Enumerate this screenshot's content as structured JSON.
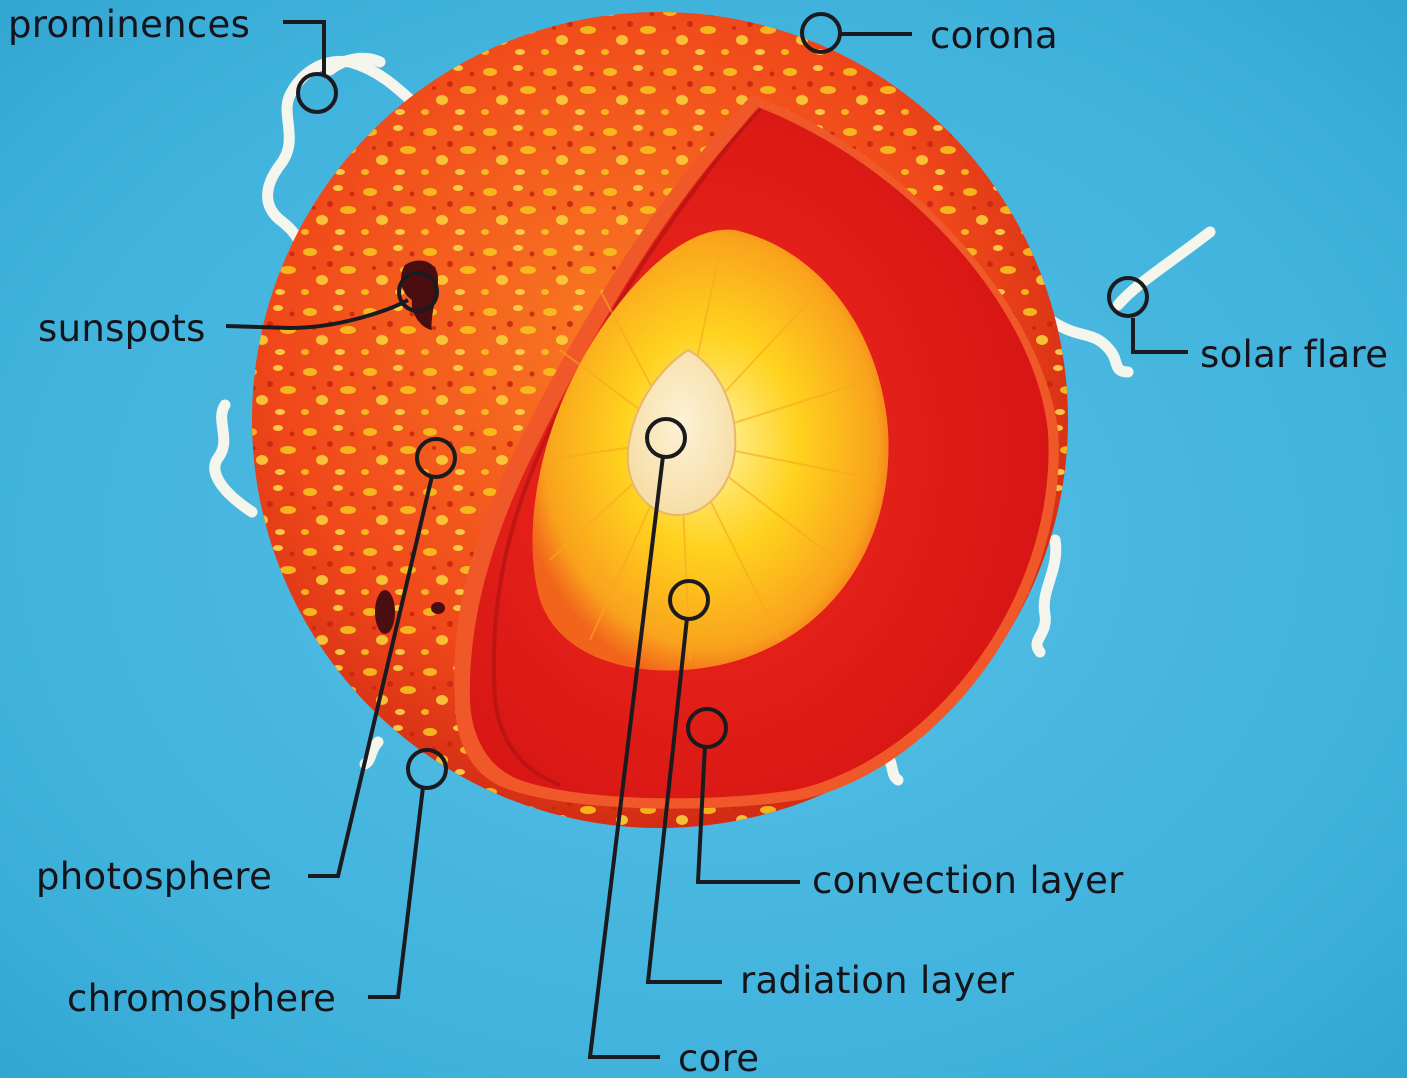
{
  "labels": {
    "prominences": "prominences",
    "corona": "corona",
    "sunspots": "sunspots",
    "solar_flare": "solar flare",
    "photosphere": "photosphere",
    "chromosphere": "chromosphere",
    "convection_layer": "convection layer",
    "radiation_layer": "radiation layer",
    "core": "core"
  },
  "colors": {
    "background": "#3fb2dc",
    "surface_orange": "#f0481a",
    "surface_speckle": "#f7c21e",
    "convection_red": "#e41b18",
    "radiation_yellow": "#ffd21e",
    "core_cream": "#fbe9c0",
    "prominence_white": "#f4f6ee",
    "leader_line": "#1a1a1f"
  }
}
